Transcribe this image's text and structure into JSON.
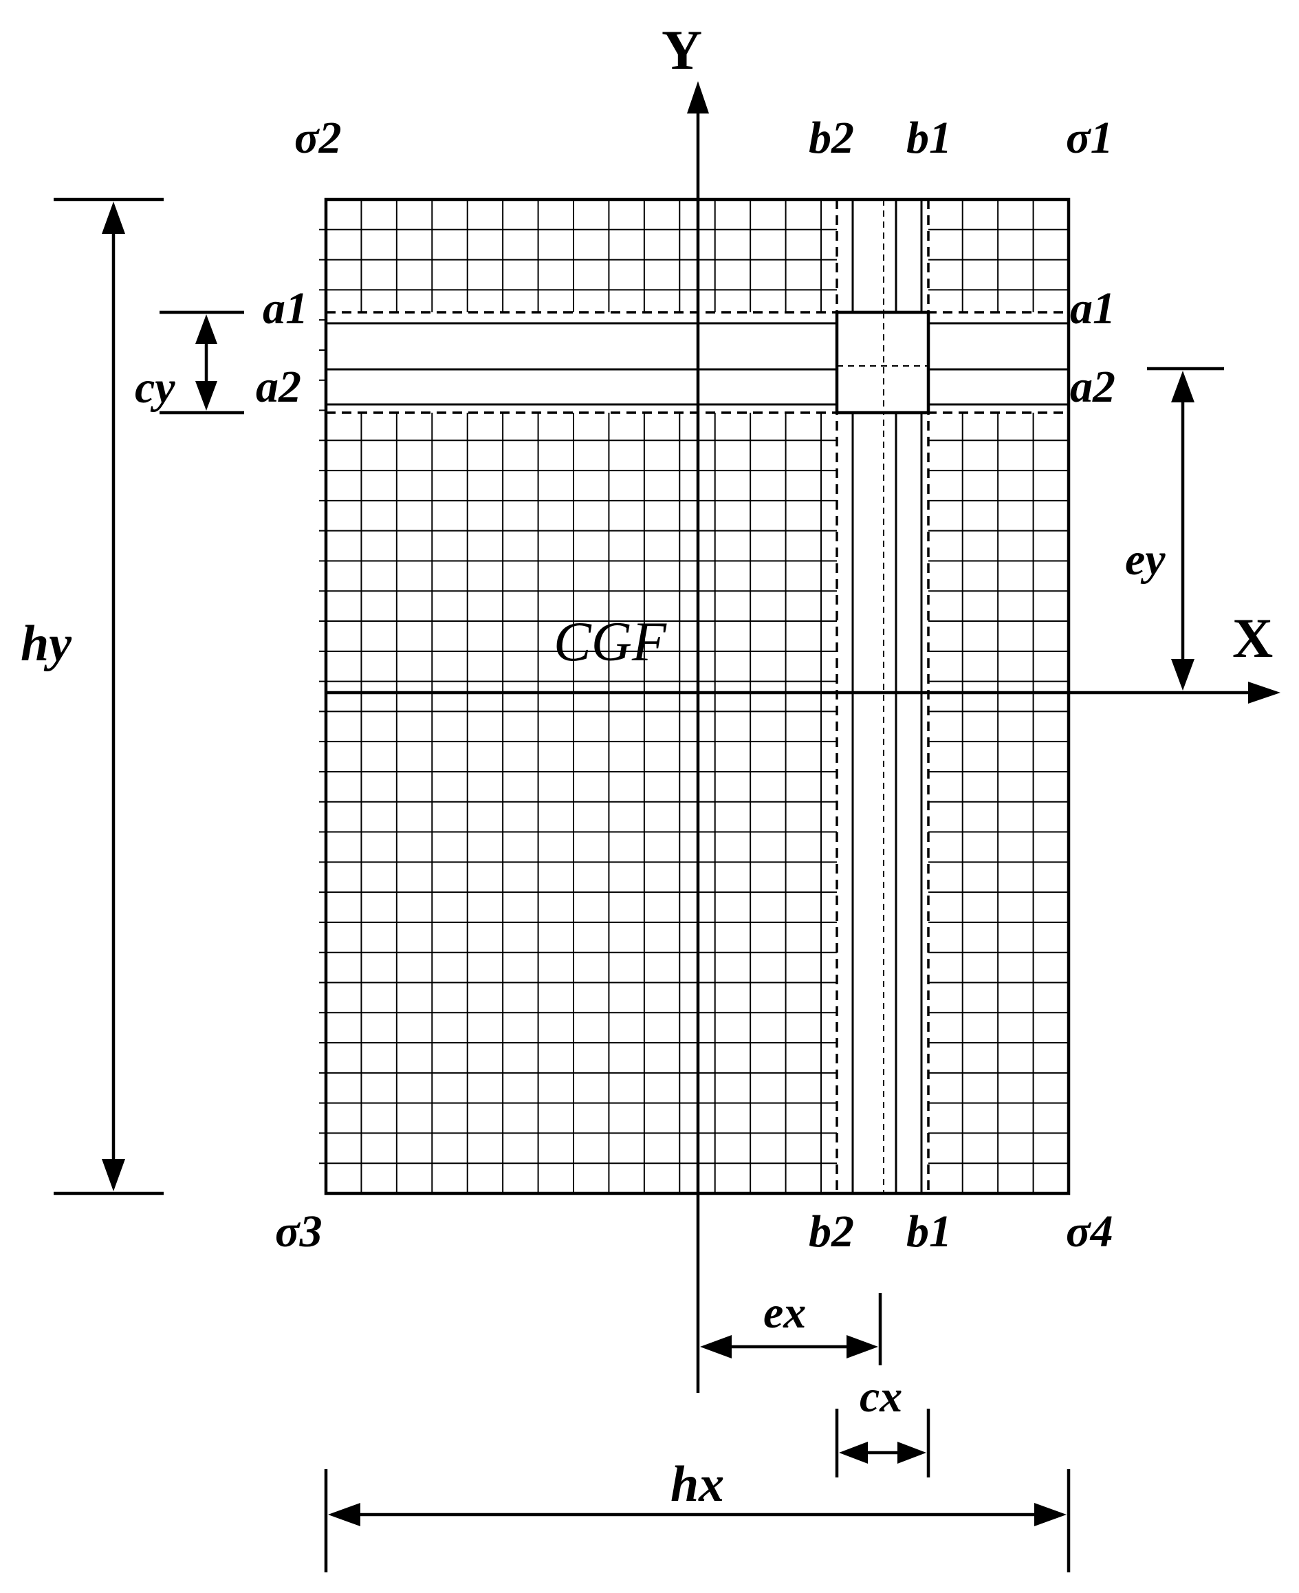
{
  "labels": {
    "y_axis": "Y",
    "x_axis": "X",
    "center": "CGF",
    "corner_top_left": "σ2",
    "corner_top_right": "σ1",
    "corner_bottom_left": "σ3",
    "corner_bottom_right": "σ4",
    "b2_top": "b2",
    "b1_top": "b1",
    "b2_bottom": "b2",
    "b1_bottom": "b1",
    "a1_left": "a1",
    "a2_left": "a2",
    "a1_right": "a1",
    "a2_right": "a2",
    "dim_hy": "hy",
    "dim_cy": "cy",
    "dim_ey": "ey",
    "dim_ex": "ex",
    "dim_cx": "cx",
    "dim_hx": "hx"
  },
  "colors": {
    "line": "#000000",
    "background": "#ffffff"
  }
}
